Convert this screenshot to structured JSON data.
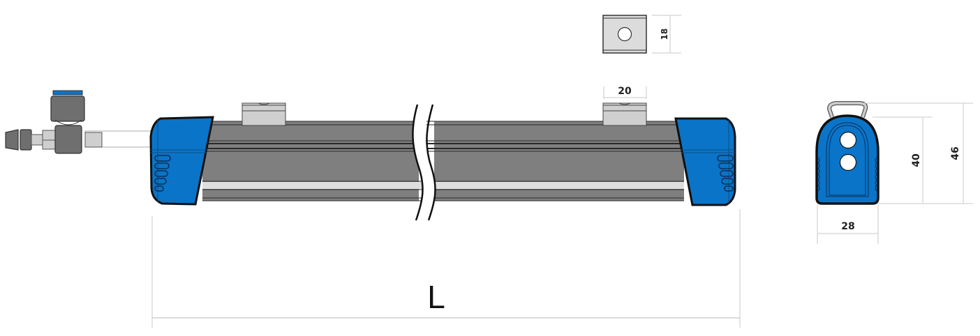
{
  "drawing": {
    "title": "Tube light technical drawing",
    "colors": {
      "cap_blue": "#0a74c8",
      "body_grey": "#7f7f7f",
      "bracket_grey": "#cfcfcf",
      "stripe_light": "#dedede",
      "dim_line": "#c8c8c8",
      "outline": "#1a1a1a"
    }
  },
  "dimensions": {
    "bracket_height": "18",
    "bracket_width": "20",
    "overall_length": "L",
    "profile_height_body": "40",
    "profile_height_total": "46",
    "profile_width": "28"
  },
  "parts": {
    "connector": "push-fit-elbow-connector",
    "end_cap_left": "left-end-cap",
    "end_cap_right": "right-end-cap",
    "body": "aluminium-profile",
    "break_mark": "length-break-symbol",
    "brackets": [
      "mounting-bracket-left",
      "mounting-bracket-right"
    ],
    "cross_section": "end-profile-view"
  }
}
